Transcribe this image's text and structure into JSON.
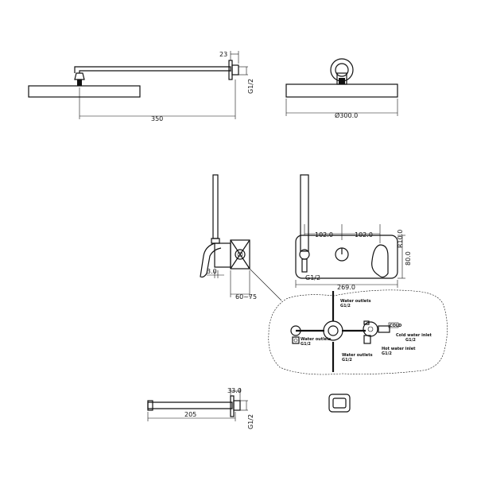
{
  "dims": {
    "d23": "23",
    "g12_arm": "G1/2",
    "d350": "350",
    "d300": "Ø300.0",
    "d102_left": "102.0",
    "d102_right": "102.0",
    "r10": "R10.0",
    "d80": "80.0",
    "d3": "3.0",
    "g12_plate": "G1/2",
    "d269": "269.0",
    "d60_75": "60~75",
    "d33": "33.0",
    "d205": "205",
    "g12_spout": "G1/2"
  },
  "detail": {
    "water_outlets_top": "Water outlets",
    "water_outlets_top_g": "G1/2",
    "cold_inlet": "Cold water inlet",
    "cold_inlet_g": "G1/2",
    "water_outlets_left": "Water outlets",
    "water_outlets_left_g": "G1/2",
    "water_outlets_bottom": "Water outlets",
    "water_outlets_bottom_g": "G1/2",
    "hot_inlet": "Hot water inlet",
    "hot_inlet_g": "G1/2",
    "cold_tag": "COLD"
  }
}
